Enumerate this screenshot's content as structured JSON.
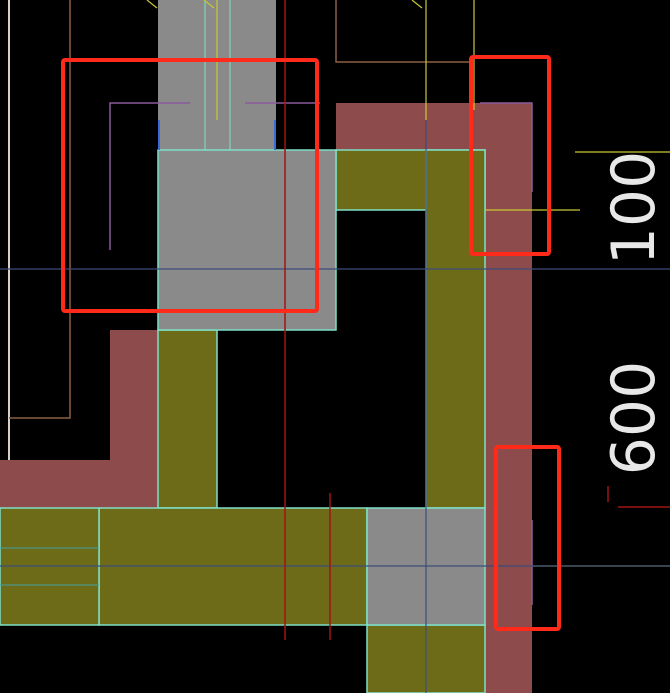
{
  "drawing": {
    "dimension_upper": "100",
    "dimension_lower": "600"
  },
  "colors": {
    "background": "#000000",
    "column_gray": "#8a8a8a",
    "beam_olive": "#6e6b18",
    "slab_red": "#8e4b4b",
    "outline_cyan": "#7fe0c8",
    "axis_blue": "#3c4e7a",
    "purple_line": "#8a5a9c",
    "yellow_line": "#c8c832",
    "dark_red_line": "#a01414",
    "brown_line": "#8a6040",
    "highlight_red": "#ff2a1a",
    "dimension_text": "#e8e8e8"
  },
  "highlights": [
    {
      "label": "left-top-region"
    },
    {
      "label": "right-top-region"
    },
    {
      "label": "right-bottom-region"
    }
  ]
}
